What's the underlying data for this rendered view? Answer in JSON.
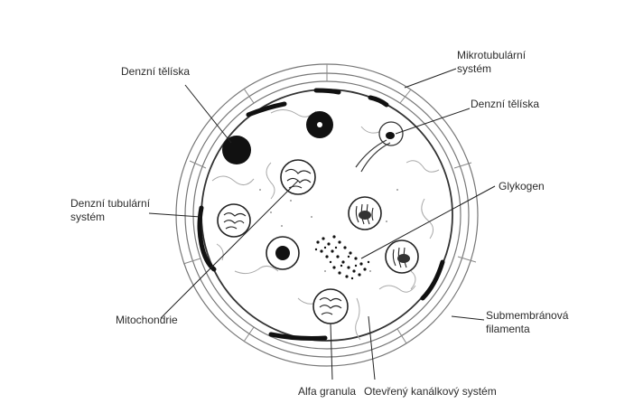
{
  "labels": {
    "dense_bodies_left": "Denzní tělíska",
    "microtubular_line1": "Mikrotubulární",
    "microtubular_line2": "systém",
    "dense_bodies_right": "Denzní tělíska",
    "dense_tubular_line1": "Denzní tubulární",
    "dense_tubular_line2": "systém",
    "glycogen": "Glykogen",
    "mitochondria": "Mitochondrie",
    "submembrane_line1": "Submembránová",
    "submembrane_line2": "filamenta",
    "alpha_granules": "Alfa granula",
    "open_canalicular": "Otevřený kanálkový systém"
  }
}
